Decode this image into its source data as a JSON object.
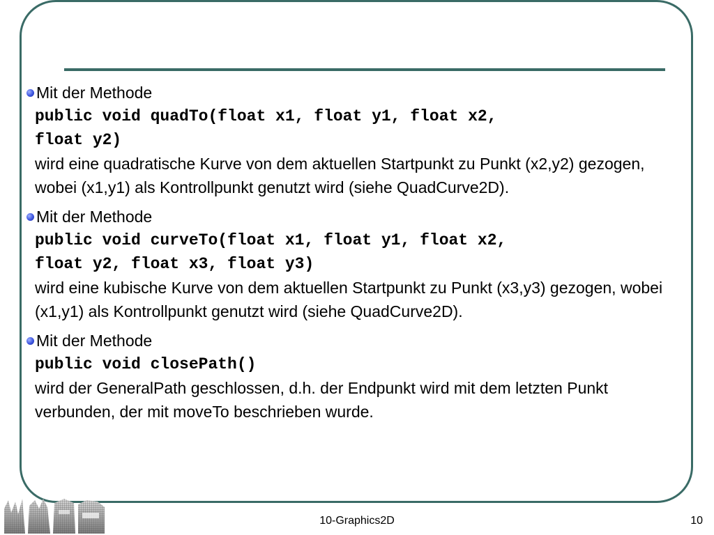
{
  "slide": {
    "bullets": [
      {
        "intro": "Mit der Methode",
        "code": "public void quadTo(float x1, float y1, float x2,\nfloat y2)",
        "description": "wird eine quadratische Kurve von dem aktuellen Startpunkt zu Punkt (x2,y2) gezogen, wobei (x1,y1) als Kontrollpunkt genutzt wird (siehe QuadCurve2D)."
      },
      {
        "intro": "Mit der Methode",
        "code": "public void curveTo(float x1, float y1, float x2,\nfloat y2, float x3, float y3)",
        "description": "wird eine kubische Kurve von dem aktuellen Startpunkt zu Punkt (x3,y3) gezogen, wobei (x1,y1) als Kontrollpunkt genutzt wird (siehe QuadCurve2D)."
      },
      {
        "intro": "Mit der Methode",
        "code": "public void closePath()",
        "description": "wird der GeneralPath geschlossen, d.h. der Endpunkt wird mit dem letzten Punkt verbunden, der mit moveTo beschrieben wurde."
      }
    ]
  },
  "footer": {
    "title": "10-Graphics2D",
    "page_number": "10"
  },
  "colors": {
    "frame": "#3a6b66",
    "bullet": "#3d55e0"
  },
  "icons": {
    "bullet": "bullet-dot-icon",
    "logo": "logo-image"
  }
}
